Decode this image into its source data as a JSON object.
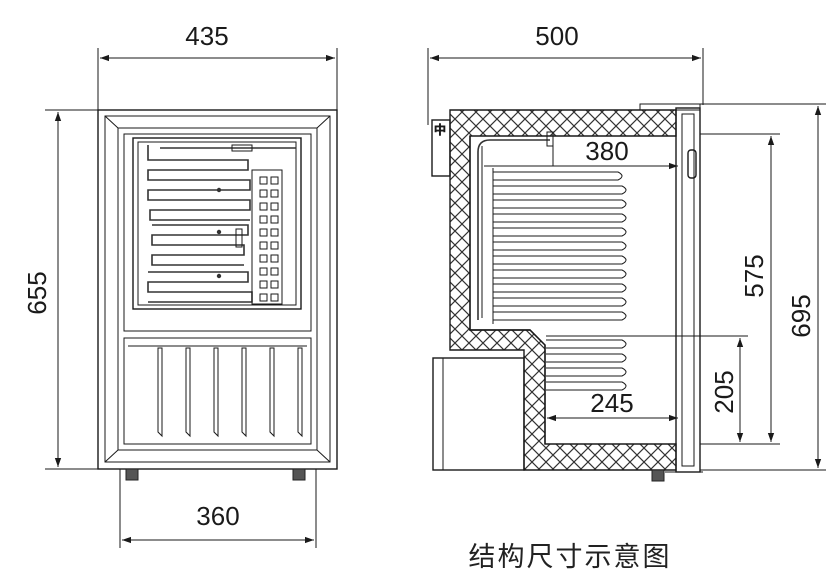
{
  "front_view": {
    "width_label": "435",
    "height_label": "655",
    "inner_width_label": "360"
  },
  "side_view": {
    "depth_label": "500",
    "inner_depth_label": "380",
    "lower_depth_label": "245",
    "lower_height_label": "205",
    "inner_height_label": "575",
    "total_height_label": "695"
  },
  "caption": "结构尺寸示意图"
}
